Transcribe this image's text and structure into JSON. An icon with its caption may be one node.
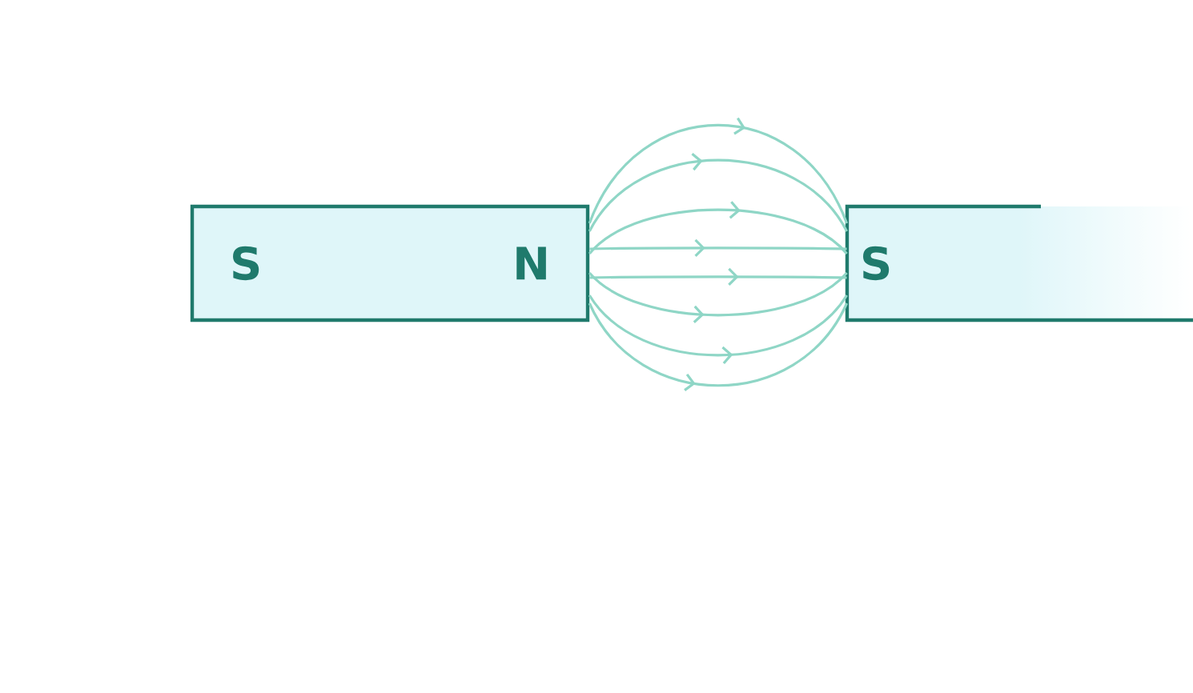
{
  "diagram": {
    "nodes": [
      {
        "text": [
          "S",
          "N"
        ]
      },
      {
        "text": [
          "S"
        ]
      }
    ],
    "edges": [
      {
        "from": 0,
        "to": 1,
        "arrow": "to"
      },
      {
        "from": 0,
        "to": 1,
        "arrow": "to"
      },
      {
        "from": 0,
        "to": 1,
        "arrow": "to"
      },
      {
        "from": 0,
        "to": 1,
        "arrow": "to"
      },
      {
        "from": 0,
        "to": 1,
        "arrow": "to"
      },
      {
        "from": 0,
        "to": 1,
        "arrow": "to"
      },
      {
        "from": 0,
        "to": 1,
        "arrow": "to"
      },
      {
        "from": 0,
        "to": 1,
        "arrow": "to"
      }
    ]
  }
}
